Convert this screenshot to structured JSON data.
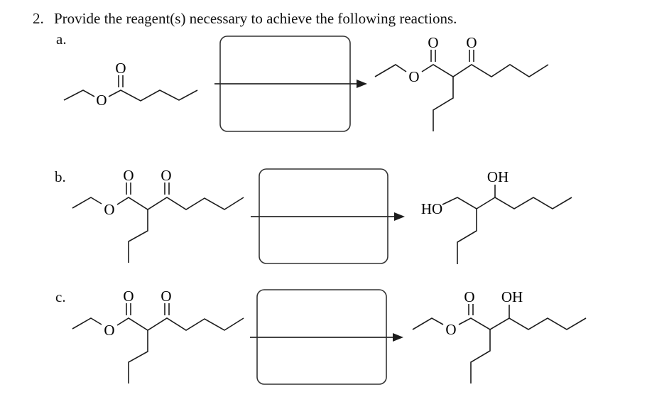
{
  "document": {
    "background": "#ffffff",
    "ink": "#1c1c1c"
  },
  "title": {
    "number": "2.",
    "text": "Provide the reagent(s) necessary to achieve the following reactions."
  },
  "sections": {
    "a": {
      "label": "a.",
      "reagent_box_value": ""
    },
    "b": {
      "label": "b.",
      "reagent_box_value": ""
    },
    "c": {
      "label": "c.",
      "reagent_box_value": ""
    }
  },
  "atom_labels": {
    "oxygen": "O",
    "hydroxyl": "OH",
    "hydroxyl_reversed": "HO"
  }
}
